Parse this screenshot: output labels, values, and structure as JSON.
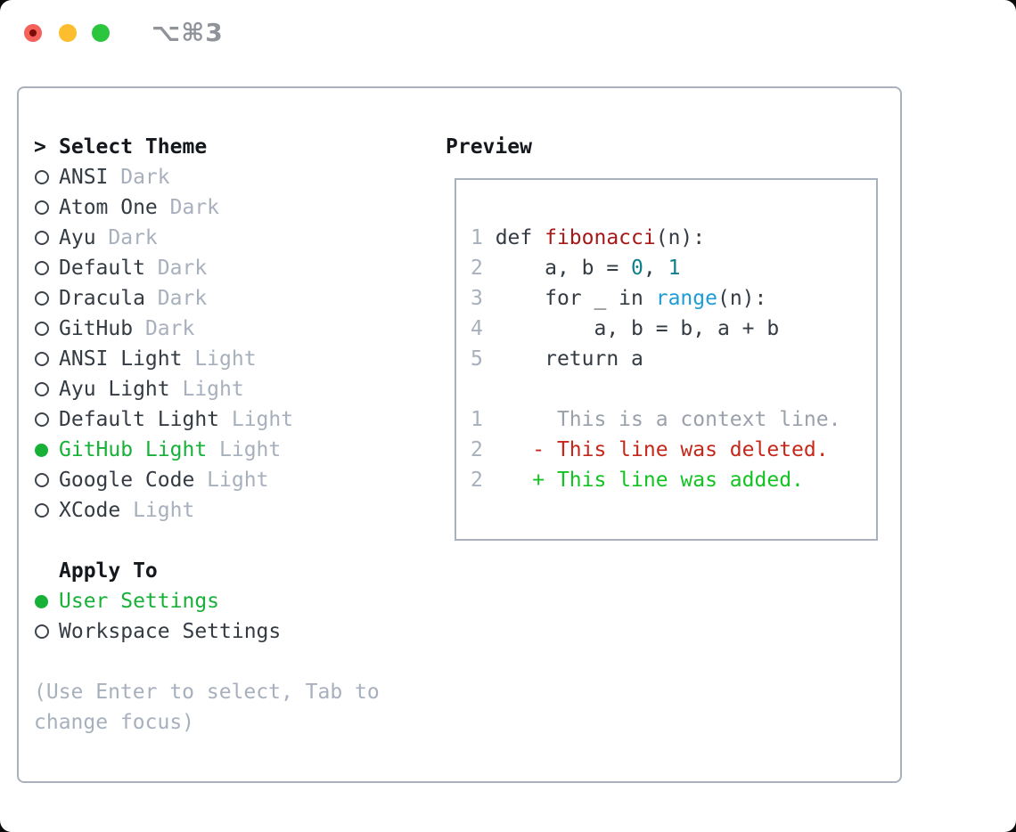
{
  "window": {
    "title_shortcut": "⌥⌘3"
  },
  "traffic_lights": {
    "close_color": "#f4605a",
    "close_dot_color": "#7a0d07",
    "minimize_color": "#fcbe2f",
    "zoom_color": "#2bc53e"
  },
  "colors": {
    "accent_green": "#17b138",
    "text_dark": "#343b43",
    "text_muted": "#a7b0bc",
    "border_gray": "#a9b2bc",
    "function_red": "#a61717",
    "number_teal": "#0f7f8a",
    "call_blue": "#1f9cd8",
    "diff_deleted_red": "#c5281b",
    "diff_added_green": "#13c322"
  },
  "theme_picker": {
    "header_prefix": ">",
    "header": "Select Theme",
    "items": [
      {
        "name": "ANSI",
        "variant": "Dark",
        "selected": false
      },
      {
        "name": "Atom One",
        "variant": "Dark",
        "selected": false
      },
      {
        "name": "Ayu",
        "variant": "Dark",
        "selected": false
      },
      {
        "name": "Default",
        "variant": "Dark",
        "selected": false
      },
      {
        "name": "Dracula",
        "variant": "Dark",
        "selected": false
      },
      {
        "name": "GitHub",
        "variant": "Dark",
        "selected": false
      },
      {
        "name": "ANSI Light",
        "variant": "Light",
        "selected": false
      },
      {
        "name": "Ayu Light",
        "variant": "Light",
        "selected": false
      },
      {
        "name": "Default Light",
        "variant": "Light",
        "selected": false
      },
      {
        "name": "GitHub Light",
        "variant": "Light",
        "selected": true
      },
      {
        "name": "Google Code",
        "variant": "Light",
        "selected": false
      },
      {
        "name": "XCode",
        "variant": "Light",
        "selected": false
      }
    ]
  },
  "apply_to": {
    "header": "Apply To",
    "options": [
      {
        "name": "User Settings",
        "selected": true
      },
      {
        "name": "Workspace Settings",
        "selected": false
      }
    ]
  },
  "hint_lines": [
    "(Use Enter to select, Tab to",
    "change focus)"
  ],
  "preview": {
    "header": "Preview",
    "lines": [
      [
        {
          "t": "1 ",
          "c": "ln"
        },
        {
          "t": "def ",
          "c": "fg"
        },
        {
          "t": "fibonacci",
          "c": "fn"
        },
        {
          "t": "(n):",
          "c": "fg"
        }
      ],
      [
        {
          "t": "2 ",
          "c": "ln"
        },
        {
          "t": "    a, b = ",
          "c": "fg"
        },
        {
          "t": "0",
          "c": "num"
        },
        {
          "t": ", ",
          "c": "fg"
        },
        {
          "t": "1",
          "c": "num"
        }
      ],
      [
        {
          "t": "3 ",
          "c": "ln"
        },
        {
          "t": "    for _ in ",
          "c": "fg"
        },
        {
          "t": "range",
          "c": "call"
        },
        {
          "t": "(n):",
          "c": "fg"
        }
      ],
      [
        {
          "t": "4 ",
          "c": "ln"
        },
        {
          "t": "        a, b = b, a + b",
          "c": "fg"
        }
      ],
      [
        {
          "t": "5 ",
          "c": "ln"
        },
        {
          "t": "    return a",
          "c": "fg"
        }
      ],
      [],
      [
        {
          "t": "1",
          "c": "ln"
        },
        {
          "t": "      This is a context line.",
          "c": "ctx"
        }
      ],
      [
        {
          "t": "2",
          "c": "ln"
        },
        {
          "t": "    ",
          "c": "fg"
        },
        {
          "t": "- This line was deleted.",
          "c": "del"
        }
      ],
      [
        {
          "t": "2",
          "c": "ln"
        },
        {
          "t": "    ",
          "c": "fg"
        },
        {
          "t": "+ This line was added.",
          "c": "add"
        }
      ]
    ]
  }
}
